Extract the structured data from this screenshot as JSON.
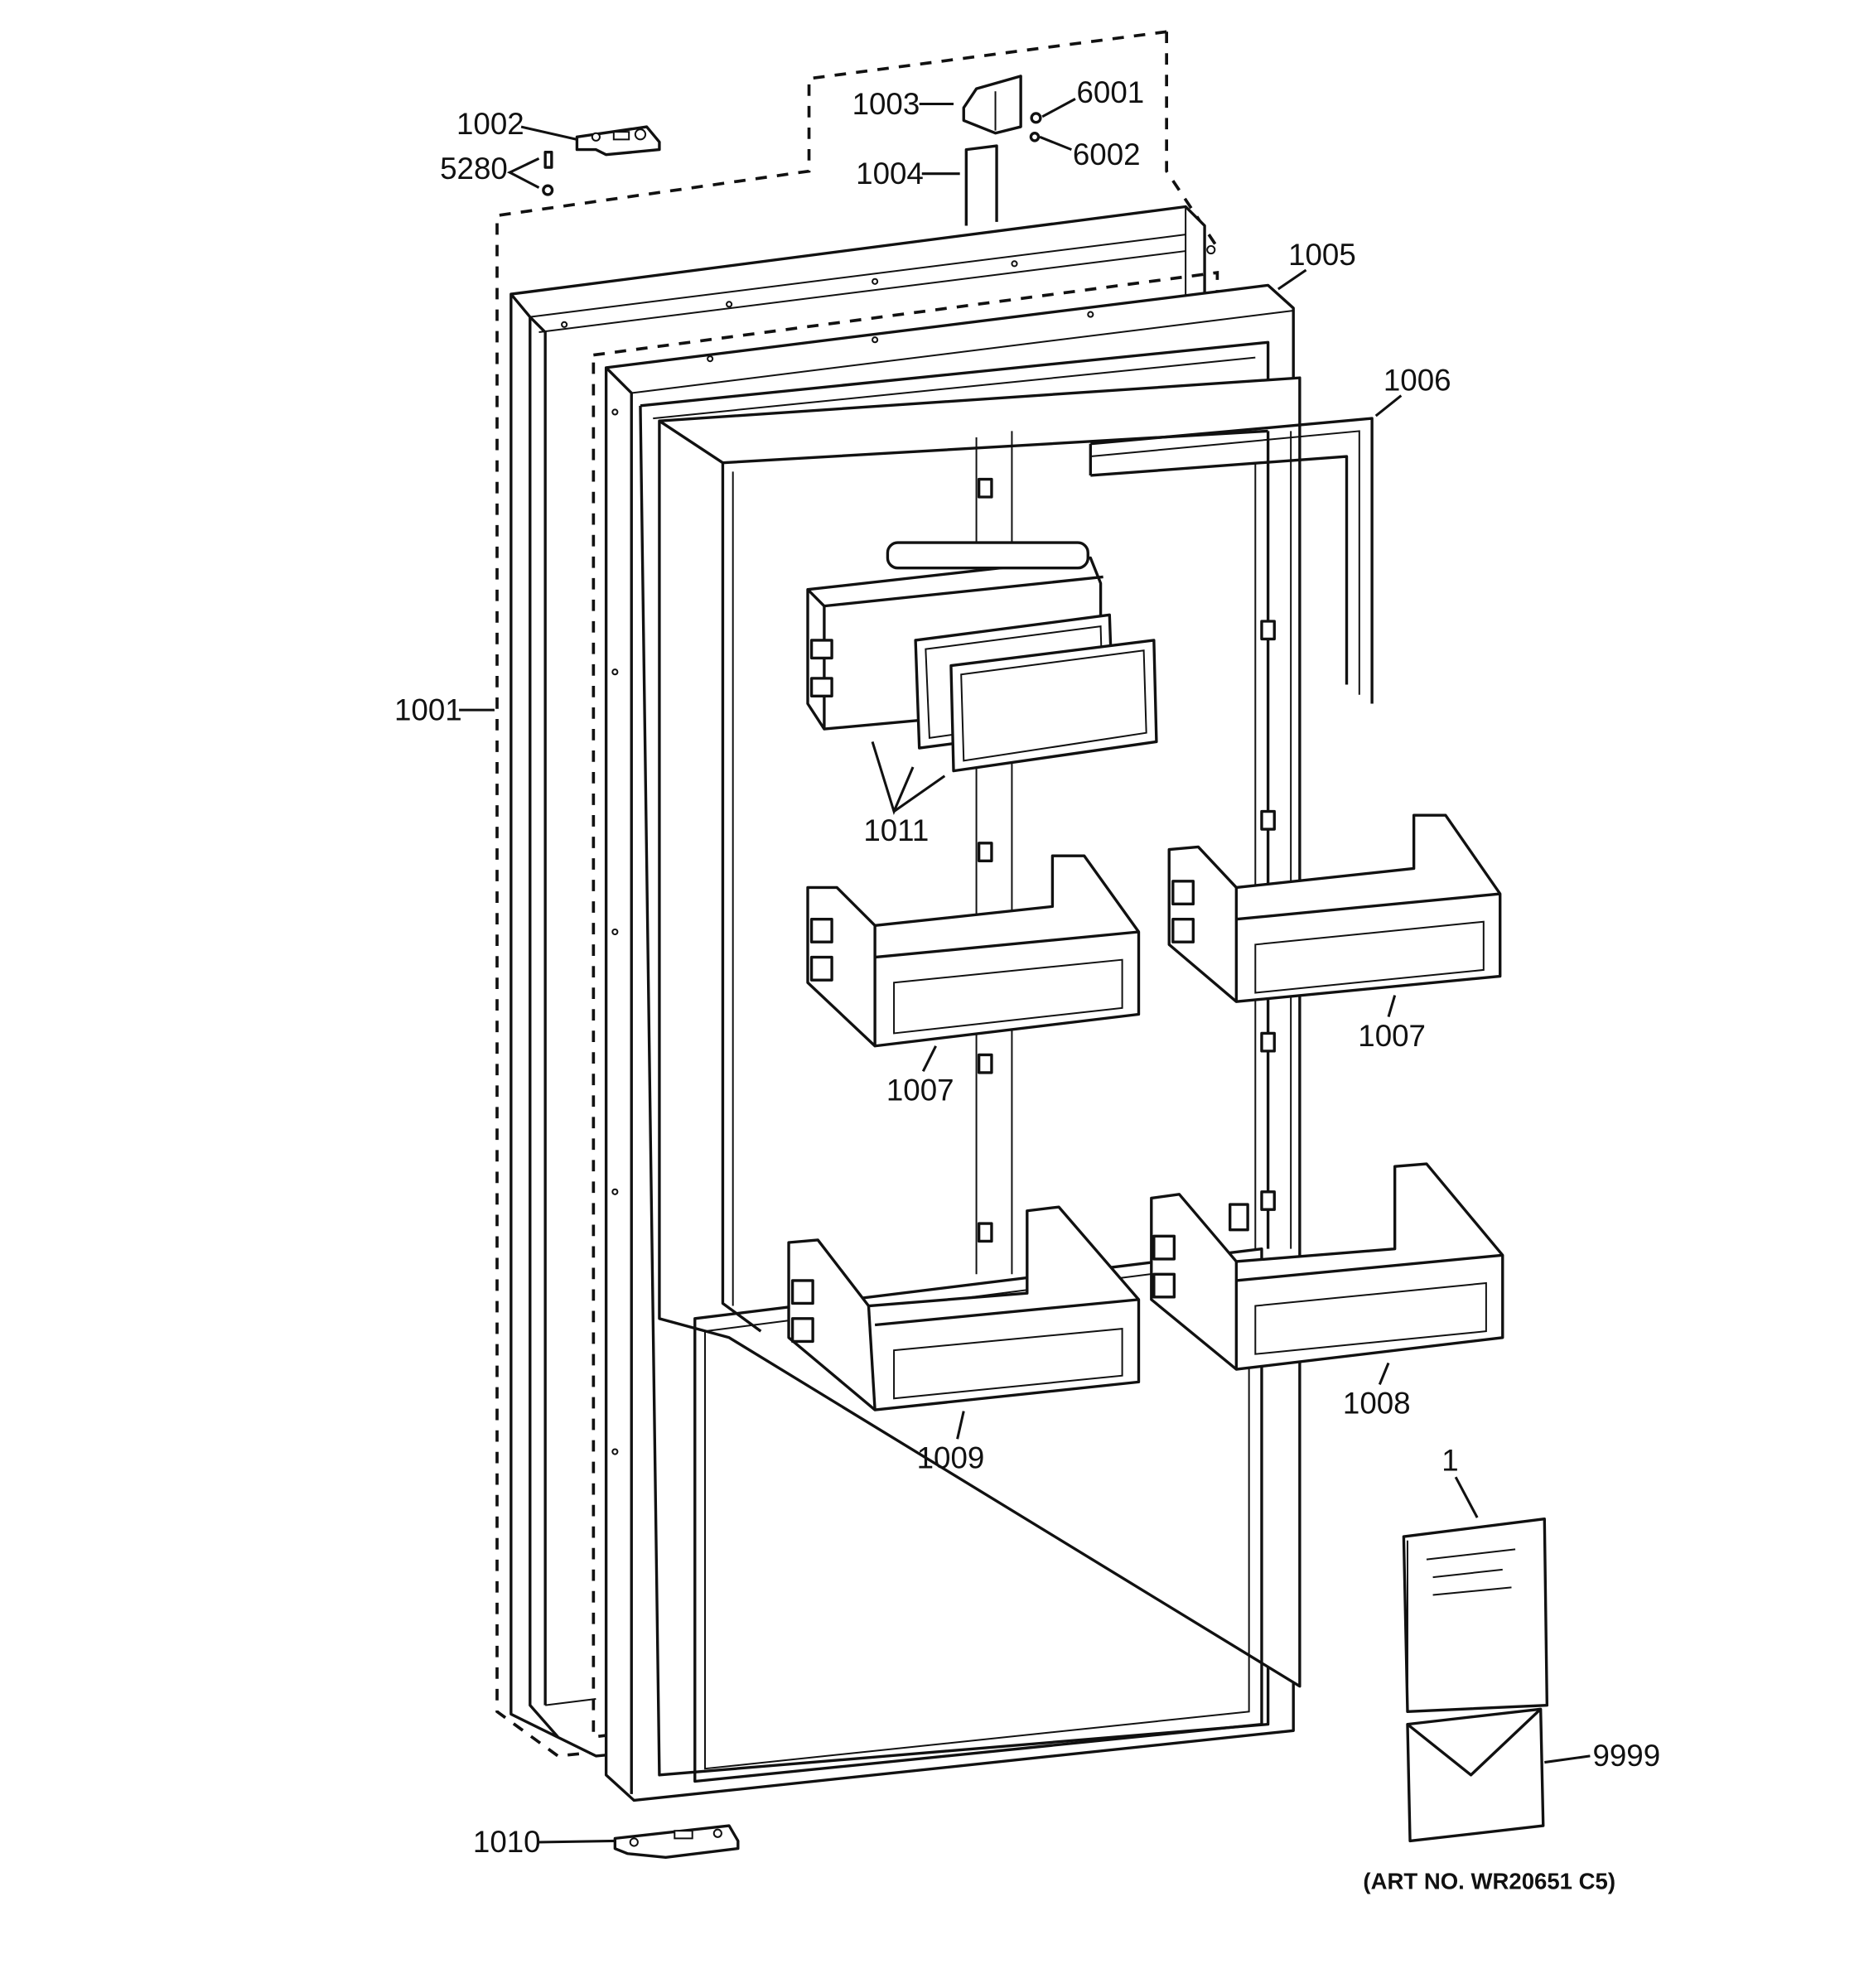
{
  "diagram": {
    "title": "Refrigerator fresh food door parts",
    "art_number": "(ART NO. WR20651 C5)",
    "callouts": {
      "c1001": "1001",
      "c1002": "1002",
      "c5280": "5280",
      "c1003": "1003",
      "c6001": "6001",
      "c6002": "6002",
      "c1004": "1004",
      "c1005": "1005",
      "c1006": "1006",
      "c1011": "1011",
      "c1007a": "1007",
      "c1007b": "1007",
      "c1009": "1009",
      "c1008": "1008",
      "c1": "1",
      "c9999": "9999",
      "c1010": "1010"
    }
  }
}
